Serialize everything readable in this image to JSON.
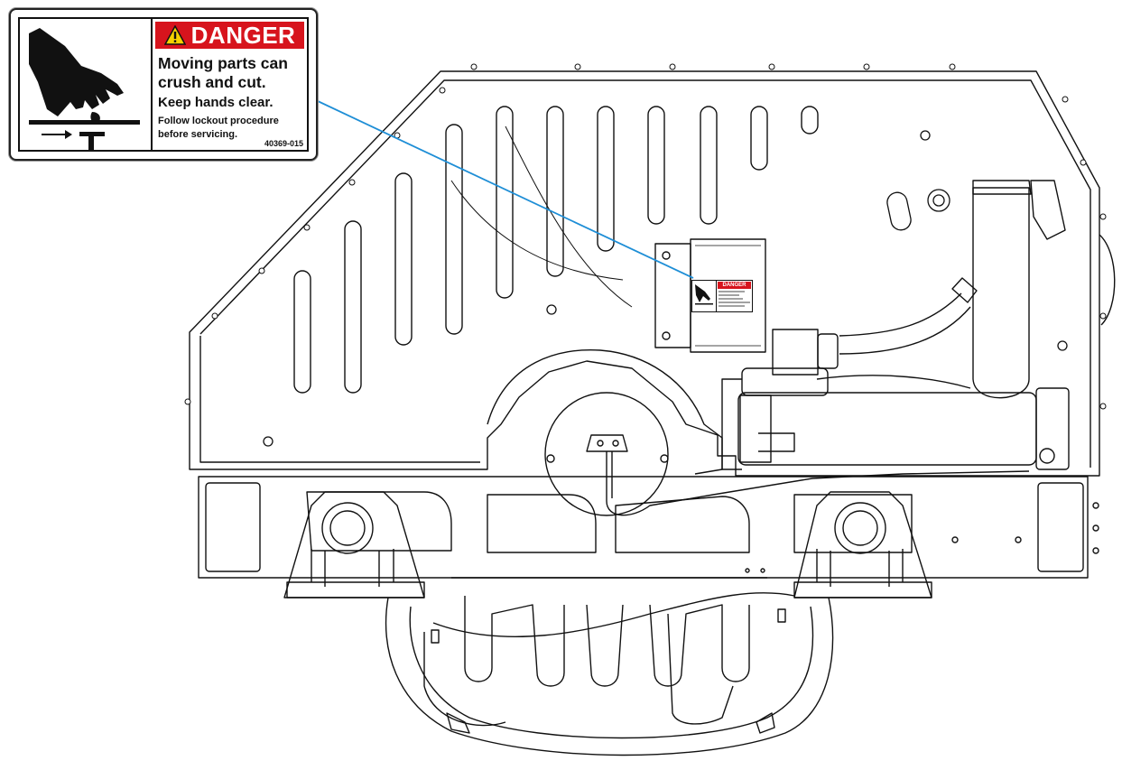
{
  "danger_label": {
    "header": "DANGER",
    "line1": "Moving parts can",
    "line2": "crush and cut.",
    "line3": "Keep hands clear.",
    "line4": "Follow lockout procedure",
    "line5": "before servicing.",
    "part_number": "40369-015"
  },
  "decal_thumbnail": {
    "header": "DANGER"
  },
  "icons": {
    "warning_triangle": "warning-triangle-icon",
    "hand_crush": "hand-crush-pictogram-icon"
  },
  "colors": {
    "danger_red": "#d7141d",
    "leader_line": "#1e8ed6",
    "outline": "#111111"
  }
}
